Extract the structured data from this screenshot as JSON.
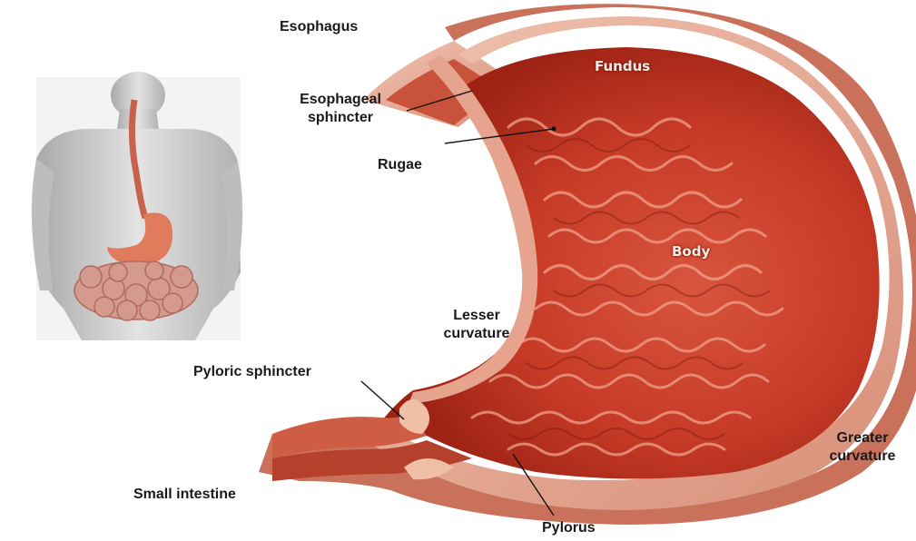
{
  "labels": {
    "esophagus": "Esophagus",
    "esophageal_sphincter_line1": "Esophageal",
    "esophageal_sphincter_line2": "sphincter",
    "rugae": "Rugae",
    "fundus": "Fundus",
    "body": "Body",
    "lesser_curvature_line1": "Lesser",
    "lesser_curvature_line2": "curvature",
    "pyloric_sphincter": "Pyloric sphincter",
    "greater_curvature_line1": "Greater",
    "greater_curvature_line2": "curvature",
    "small_intestine": "Small intestine",
    "pylorus": "Pylorus"
  },
  "colors": {
    "stomach_wall_outer": "#e9b39f",
    "stomach_inner": "#c63a26",
    "stomach_deep": "#9e2315",
    "rugae_highlight": "#f2a08c",
    "torso_gray": "#c9c9c9",
    "leader_line": "#111111"
  }
}
